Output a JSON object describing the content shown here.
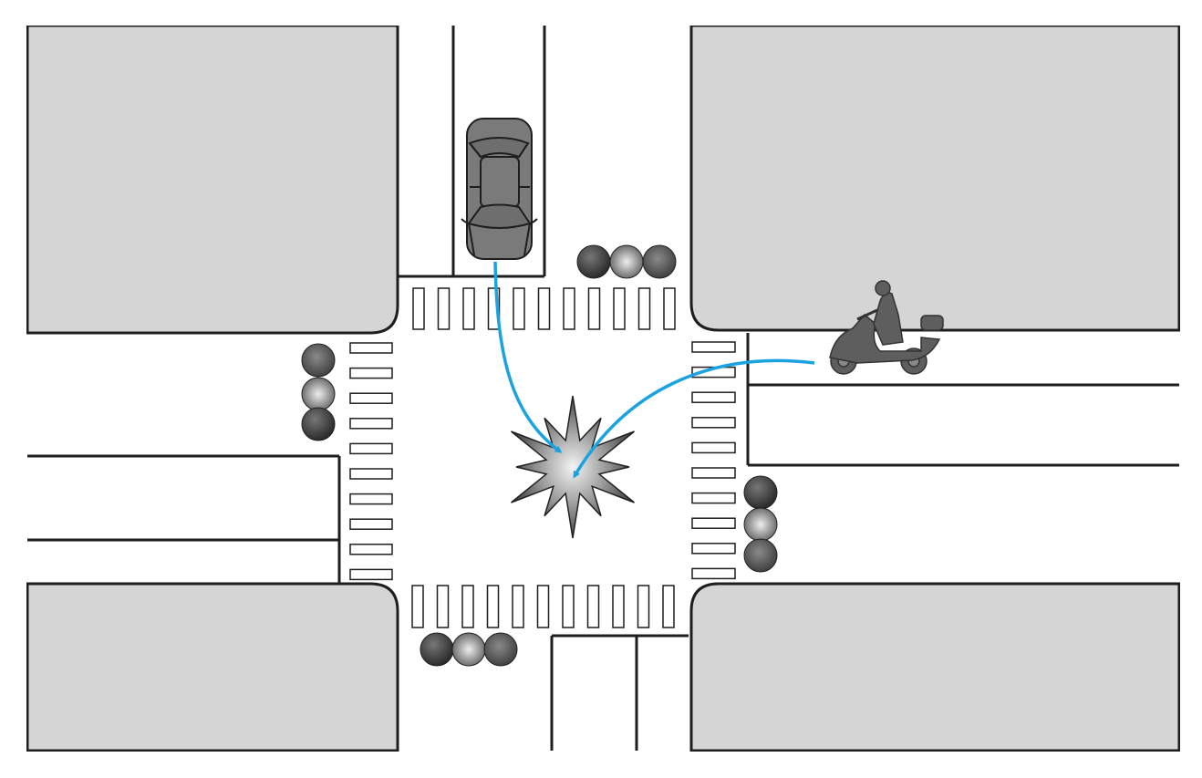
{
  "colors": {
    "block": "#d5d5d5",
    "road": "#ffffff",
    "line": "#1e1e1e",
    "arrow": "#1aa3e0",
    "car": "#7a7a7a",
    "motorcycle": "#5e5e5e"
  },
  "traffic_lights": [
    {
      "position": "north",
      "orientation": "horizontal"
    },
    {
      "position": "west",
      "orientation": "vertical"
    },
    {
      "position": "east",
      "orientation": "vertical"
    },
    {
      "position": "south",
      "orientation": "horizontal"
    }
  ],
  "vehicles": [
    {
      "type": "car",
      "from": "north",
      "heading": "south"
    },
    {
      "type": "motorcycle",
      "from": "east",
      "heading": "west"
    }
  ],
  "event": "collision"
}
